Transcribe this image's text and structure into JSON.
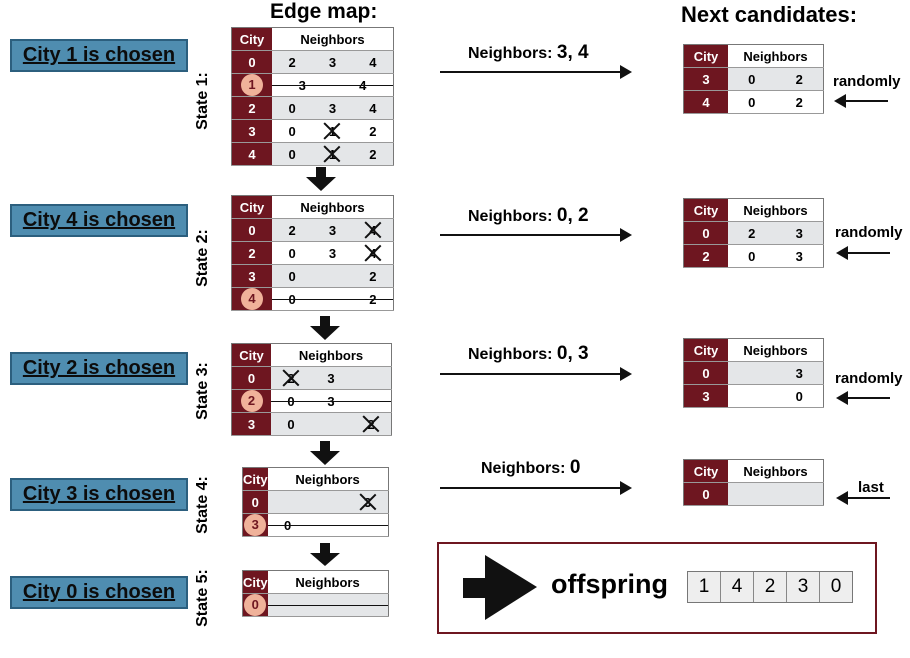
{
  "headers": {
    "edge_map": "Edge map:",
    "next_candidates": "Next candidates:"
  },
  "col_city": "City",
  "col_neighbors": "Neighbors",
  "steps": [
    {
      "chosen": "City 1 is chosen",
      "state": "State 1:",
      "neighbors_label": "Neighbors:",
      "neighbors_values": "3, 4",
      "note": "randomly"
    },
    {
      "chosen": "City 4 is chosen",
      "state": "State 2:",
      "neighbors_label": "Neighbors:",
      "neighbors_values": "0, 2",
      "note": "randomly"
    },
    {
      "chosen": "City 2 is chosen",
      "state": "State 3:",
      "neighbors_label": "Neighbors:",
      "neighbors_values": "0, 3",
      "note": "randomly"
    },
    {
      "chosen": "City 3 is chosen",
      "state": "State 4:",
      "neighbors_label": "Neighbors:",
      "neighbors_values": "0",
      "note": "last"
    },
    {
      "chosen": "City 0 is chosen",
      "state": "State 5:"
    }
  ],
  "edge_maps": [
    {
      "rows": [
        {
          "city": "0",
          "n": [
            "2",
            "3",
            "4"
          ],
          "x": [],
          "strike": false,
          "circled": false
        },
        {
          "city": "1",
          "n": [
            "3",
            "4"
          ],
          "x": [],
          "strike": true,
          "circled": true
        },
        {
          "city": "2",
          "n": [
            "0",
            "3",
            "4"
          ],
          "x": [],
          "strike": false,
          "circled": false
        },
        {
          "city": "3",
          "n": [
            "0",
            "1",
            "2"
          ],
          "x": [
            1
          ],
          "strike": false,
          "circled": false
        },
        {
          "city": "4",
          "n": [
            "0",
            "1",
            "2"
          ],
          "x": [
            1
          ],
          "strike": false,
          "circled": false
        }
      ]
    },
    {
      "rows": [
        {
          "city": "0",
          "n": [
            "2",
            "3",
            "4"
          ],
          "x": [
            2
          ],
          "strike": false,
          "circled": false
        },
        {
          "city": "2",
          "n": [
            "0",
            "3",
            "4"
          ],
          "x": [
            2
          ],
          "strike": false,
          "circled": false
        },
        {
          "city": "3",
          "n": [
            "0",
            "",
            "2"
          ],
          "x": [],
          "strike": false,
          "circled": false
        },
        {
          "city": "4",
          "n": [
            "0",
            "",
            "2"
          ],
          "x": [],
          "strike": true,
          "circled": true
        }
      ]
    },
    {
      "rows": [
        {
          "city": "0",
          "n": [
            "2",
            "3",
            ""
          ],
          "x": [
            0
          ],
          "strike": false,
          "circled": false
        },
        {
          "city": "2",
          "n": [
            "0",
            "3",
            ""
          ],
          "x": [],
          "strike": true,
          "circled": true
        },
        {
          "city": "3",
          "n": [
            "0",
            "",
            "2"
          ],
          "x": [
            2
          ],
          "strike": false,
          "circled": false
        }
      ]
    },
    {
      "rows": [
        {
          "city": "0",
          "n": [
            "",
            "",
            "3"
          ],
          "x": [
            2
          ],
          "strike": false,
          "circled": false
        },
        {
          "city": "3",
          "n": [
            "0",
            "",
            ""
          ],
          "x": [],
          "strike": true,
          "circled": true
        }
      ]
    },
    {
      "rows": [
        {
          "city": "0",
          "n": [
            "",
            "",
            ""
          ],
          "x": [],
          "strike": true,
          "circled": true
        }
      ]
    }
  ],
  "candidates": [
    {
      "rows": [
        {
          "city": "3",
          "n": [
            "0",
            "2"
          ]
        },
        {
          "city": "4",
          "n": [
            "0",
            "2"
          ]
        }
      ]
    },
    {
      "rows": [
        {
          "city": "0",
          "n": [
            "2",
            "3"
          ]
        },
        {
          "city": "2",
          "n": [
            "0",
            "3"
          ]
        }
      ]
    },
    {
      "rows": [
        {
          "city": "0",
          "n": [
            "",
            "3"
          ]
        },
        {
          "city": "3",
          "n": [
            "",
            "0"
          ]
        }
      ]
    },
    {
      "rows": [
        {
          "city": "0",
          "n": [
            "",
            ""
          ]
        }
      ]
    }
  ],
  "offspring_label": "offspring",
  "offspring": [
    "1",
    "4",
    "2",
    "3",
    "0"
  ]
}
